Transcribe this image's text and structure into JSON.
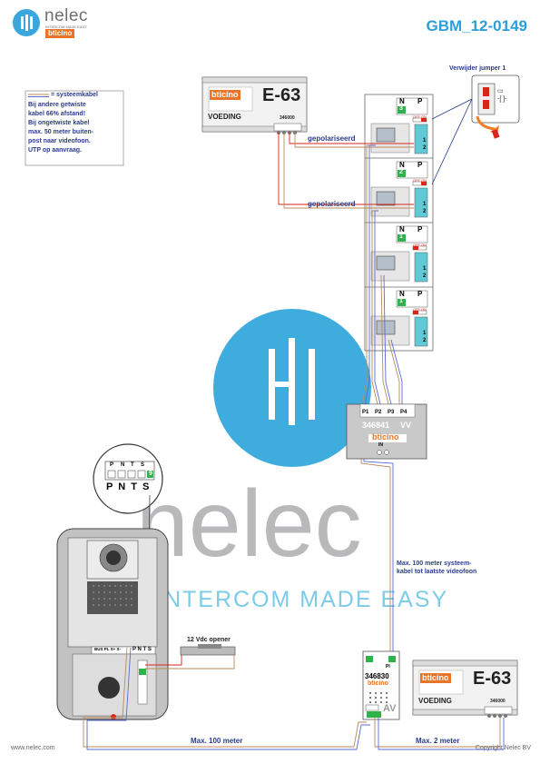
{
  "header": {
    "brand": "nelec",
    "brand_tagline": "INTERCOM MADE EASY",
    "sub_brand": "bticino",
    "doc_code": "GBM_12-0149"
  },
  "legend": {
    "title": "= systeemkabel",
    "lines": [
      "Bij andere getwiste",
      "kabel 66% afstand!",
      "Bij ongetwiste kabel",
      "max. 50 meter buiten-",
      "post naar videofoon.",
      "UTP op aanvraag."
    ]
  },
  "psu_top": {
    "brand": "bticino",
    "model": "E-63",
    "label": "VOEDING",
    "code": "346000"
  },
  "psu_bottom": {
    "brand": "bticino",
    "model": "E-63",
    "label": "VOEDING",
    "code": "346000"
  },
  "polarity_label": "gepolariseerd",
  "jumper_label": "Verwijder jumper 1",
  "monitors": [
    {
      "n": "N",
      "p": "P",
      "num": "3",
      "off": "OFF",
      "on": "ON",
      "t1": "1",
      "t2": "2"
    },
    {
      "n": "N",
      "p": "P",
      "num": "2",
      "off": "OFF",
      "on": "ON",
      "t1": "1",
      "t2": "2"
    },
    {
      "n": "N",
      "p": "P",
      "num": "1",
      "off": "OFF",
      "on": "ON",
      "t1": "1",
      "t2": "2"
    },
    {
      "n": "N",
      "p": "P",
      "num": "1",
      "off": "OFF",
      "on": "ON",
      "t1": "1",
      "t2": "2"
    }
  ],
  "distributor": {
    "ports": [
      "P1",
      "P2",
      "P3",
      "P4"
    ],
    "code": "346841",
    "vv": "VV",
    "brand": "bticino",
    "in": "IN"
  },
  "interface": {
    "pi": "PI",
    "code": "346830",
    "brand": "bticino",
    "av": "AV"
  },
  "zoom_terminals": {
    "labels": [
      "P",
      "N",
      "T",
      "S"
    ],
    "bottom": "P N T S",
    "digit": "9"
  },
  "panel": {
    "terminal_label": "BUS PL S+ S-",
    "pnts": "P N T S"
  },
  "opener_label": "12 Vdc opener",
  "cable_note": {
    "line1": "Max. 100 meter systeem-",
    "line2": "kabel tot laatste videofoon"
  },
  "dist_bottom_left": "Max. 100 meter",
  "dist_bottom_right": "Max. 2 meter",
  "footer": {
    "website": "www.nelec.com",
    "copyright": "Copyright Nelec BV"
  },
  "colors": {
    "title_blue": "#2d9fd8",
    "label_blue": "#2a3c8c",
    "green": "#2fb24a",
    "red": "#d9261c",
    "cable_brown": "#b98a5a",
    "cable_blue": "#5a6ad8",
    "watermark_blue": "#34a7dc"
  }
}
